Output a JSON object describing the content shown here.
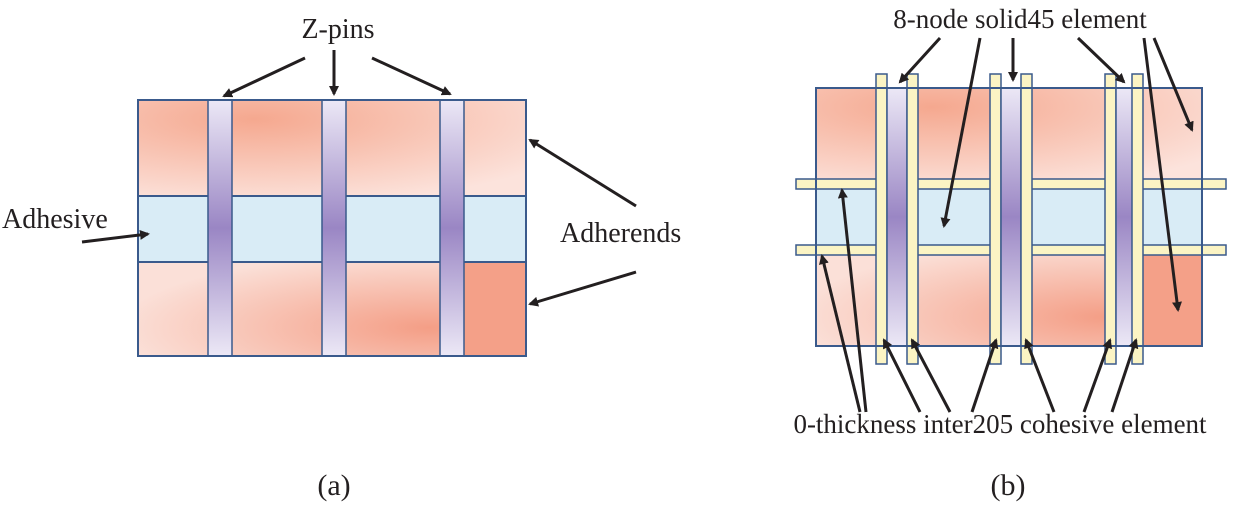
{
  "panel_a": {
    "caption": "(a)",
    "labels": {
      "z_pins": "Z-pins",
      "adhesive": "Adhesive",
      "adherends": "Adherends"
    }
  },
  "panel_b": {
    "caption": "(b)",
    "labels": {
      "solid_element": "8-node solid45 element",
      "cohesive_element": "0-thickness inter205 cohesive element"
    }
  },
  "colors": {
    "adherend": "#f7c2b0",
    "adherend_light": "#fbe0d8",
    "adherend_dark": "#f4a088",
    "adhesive": "#d9ecf6",
    "pin_center": "#9a86c4",
    "pin_edge": "#ece8f6",
    "cohesive": "#fbf4c4",
    "outline": "#3a5a8c"
  }
}
